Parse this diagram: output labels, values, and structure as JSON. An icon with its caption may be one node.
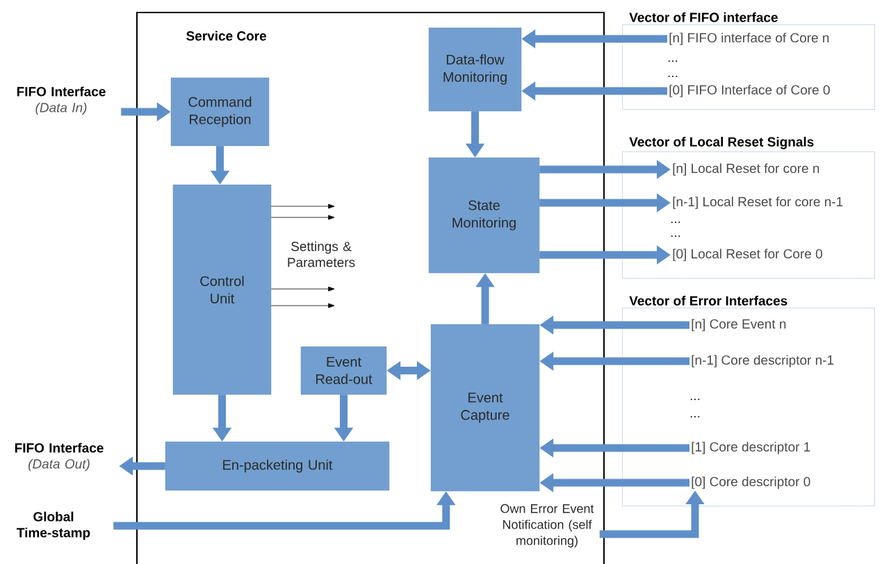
{
  "diagram": {
    "nodes": [
      {
        "text": [
          "Service Core"
        ]
      },
      {
        "text": [
          "Command Reception"
        ],
        "in": 0
      },
      {
        "text": [
          "Control Unit"
        ],
        "in": 0
      },
      {
        "text": [
          "Event Read-out"
        ],
        "in": 0
      },
      {
        "text": [
          "En-packeting Unit"
        ],
        "in": 0
      },
      {
        "text": [
          "Data-flow Monitoring"
        ],
        "in": 0
      },
      {
        "text": [
          "State Monitoring"
        ],
        "in": 0
      },
      {
        "text": [
          "Event Capture"
        ],
        "in": 0
      },
      {
        "text": [
          "FIFO Interface",
          "(Data In)"
        ]
      },
      {
        "text": [
          "FIFO Interface",
          "(Data Out)"
        ]
      },
      {
        "text": [
          "Global Time-stamp"
        ]
      },
      {
        "text": [
          "Vector of FIFO interface"
        ]
      },
      {
        "text": [
          "[n] FIFO interface of Core n"
        ],
        "in": 11
      },
      {
        "text": [
          "[0] FIFO Interface of Core 0"
        ],
        "in": 11
      },
      {
        "text": [
          "Vector of Local Reset Signals"
        ]
      },
      {
        "text": [
          "[n] Local Reset for core n"
        ],
        "in": 14
      },
      {
        "text": [
          "[n-1] Local Reset for core n-1"
        ],
        "in": 14
      },
      {
        "text": [
          "[0] Local Reset for Core 0"
        ],
        "in": 14
      },
      {
        "text": [
          "Vector of Error Interfaces"
        ]
      },
      {
        "text": [
          "[n] Core Event n"
        ],
        "in": 18
      },
      {
        "text": [
          "[n-1] Core descriptor n-1"
        ],
        "in": 18
      },
      {
        "text": [
          "[1] Core descriptor 1"
        ],
        "in": 18
      },
      {
        "text": [
          "[0] Core descriptor 0"
        ],
        "in": 18
      },
      {
        "text": [
          "Own Error Event Notification (self monitoring)"
        ],
        "in": 0
      }
    ],
    "edges": [
      {
        "from": 8,
        "to": 1,
        "arrow": "to"
      },
      {
        "from": 1,
        "to": 2,
        "arrow": "to"
      },
      {
        "from": 2,
        "to": 4,
        "arrow": "to"
      },
      {
        "from": 3,
        "to": 4,
        "arrow": "to"
      },
      {
        "from": 4,
        "to": 9,
        "arrow": "to"
      },
      {
        "from": 3,
        "to": 7,
        "arrow": "both"
      },
      {
        "from": 5,
        "to": 6,
        "arrow": "to"
      },
      {
        "from": 7,
        "to": 6,
        "arrow": "to"
      },
      {
        "from": 12,
        "to": 5,
        "arrow": "to"
      },
      {
        "from": 13,
        "to": 5,
        "arrow": "to"
      },
      {
        "from": 6,
        "to": 15,
        "arrow": "to"
      },
      {
        "from": 6,
        "to": 16,
        "arrow": "to"
      },
      {
        "from": 6,
        "to": 17,
        "arrow": "to"
      },
      {
        "from": 19,
        "to": 7,
        "arrow": "to"
      },
      {
        "from": 20,
        "to": 7,
        "arrow": "to"
      },
      {
        "from": 21,
        "to": 7,
        "arrow": "to"
      },
      {
        "from": 22,
        "to": 7,
        "arrow": "to"
      },
      {
        "from": 23,
        "to": 22,
        "arrow": "to"
      },
      {
        "from": 10,
        "to": 7,
        "arrow": "to"
      },
      {
        "from": 2,
        "to": null,
        "arrow": "to",
        "color": "#000000"
      },
      {
        "from": 2,
        "to": null,
        "arrow": "to",
        "color": "#000000"
      },
      {
        "from": 2,
        "to": null,
        "arrow": "to",
        "color": "#000000"
      },
      {
        "from": 2,
        "to": null,
        "arrow": "to",
        "color": "#000000"
      }
    ],
    "labels": [
      "...",
      "...",
      "...",
      "...",
      "Settings & Parameters",
      "...",
      "..."
    ]
  }
}
